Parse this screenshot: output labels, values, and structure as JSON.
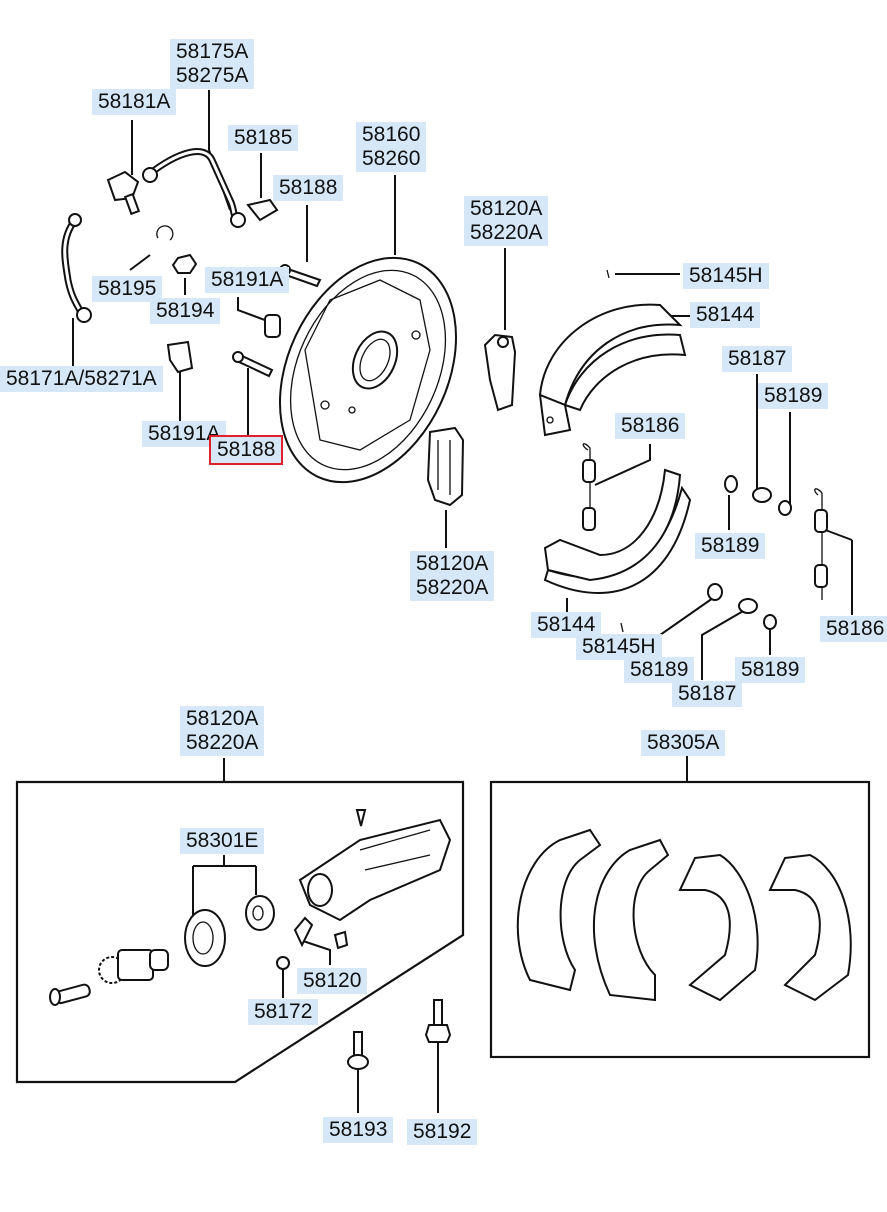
{
  "diagram": {
    "title": "Rear brake assembly exploded parts diagram",
    "highlight_color": "#e0202a",
    "label_background": "#d6e8f8",
    "labels": [
      {
        "id": "l1",
        "lines": [
          "58175A",
          "58275A"
        ]
      },
      {
        "id": "l2",
        "lines": [
          "58181A"
        ]
      },
      {
        "id": "l3",
        "lines": [
          "58185"
        ]
      },
      {
        "id": "l4",
        "lines": [
          "58160",
          "58260"
        ]
      },
      {
        "id": "l5",
        "lines": [
          "58188"
        ]
      },
      {
        "id": "l6",
        "lines": [
          "58195"
        ]
      },
      {
        "id": "l7",
        "lines": [
          "58191A"
        ]
      },
      {
        "id": "l8",
        "lines": [
          "58194"
        ]
      },
      {
        "id": "l9",
        "lines": [
          "58171A/58271A"
        ]
      },
      {
        "id": "l10",
        "lines": [
          "58191A"
        ]
      },
      {
        "id": "l11",
        "lines": [
          "58188"
        ],
        "selected": true
      },
      {
        "id": "l12",
        "lines": [
          "58120A",
          "58220A"
        ]
      },
      {
        "id": "l13",
        "lines": [
          "58145H"
        ]
      },
      {
        "id": "l14",
        "lines": [
          "58144"
        ]
      },
      {
        "id": "l15",
        "lines": [
          "58187"
        ]
      },
      {
        "id": "l16",
        "lines": [
          "58189"
        ]
      },
      {
        "id": "l17",
        "lines": [
          "58186"
        ]
      },
      {
        "id": "l18",
        "lines": [
          "58189"
        ]
      },
      {
        "id": "l19",
        "lines": [
          "58120A",
          "58220A"
        ]
      },
      {
        "id": "l20",
        "lines": [
          "58186"
        ]
      },
      {
        "id": "l21",
        "lines": [
          "58144"
        ]
      },
      {
        "id": "l22",
        "lines": [
          "58145H"
        ]
      },
      {
        "id": "l23",
        "lines": [
          "58189"
        ]
      },
      {
        "id": "l24",
        "lines": [
          "58189"
        ]
      },
      {
        "id": "l25",
        "lines": [
          "58187"
        ]
      },
      {
        "id": "l26",
        "lines": [
          "58120A",
          "58220A"
        ]
      },
      {
        "id": "l27",
        "lines": [
          "58305A"
        ]
      },
      {
        "id": "l28",
        "lines": [
          "58301E"
        ]
      },
      {
        "id": "l29",
        "lines": [
          "58120"
        ]
      },
      {
        "id": "l30",
        "lines": [
          "58172"
        ]
      },
      {
        "id": "l31",
        "lines": [
          "58193"
        ]
      },
      {
        "id": "l32",
        "lines": [
          "58192"
        ]
      }
    ]
  }
}
